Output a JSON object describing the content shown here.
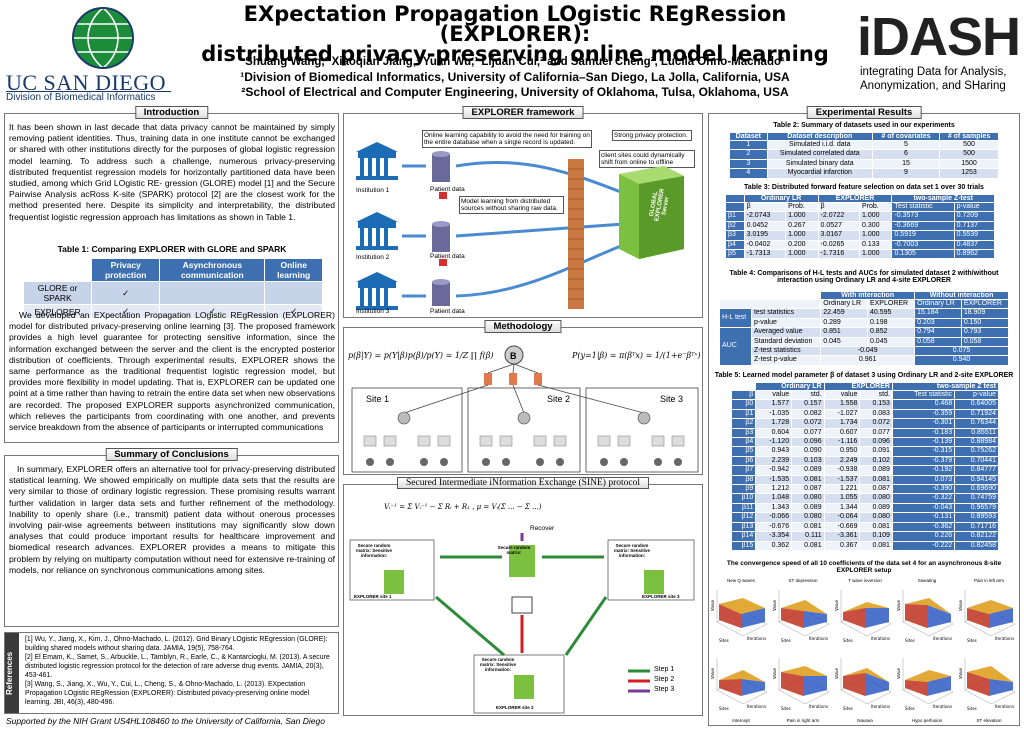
{
  "header": {
    "title_line1": "EXpectation Propagation LOgistic REgRession (EXPLORER):",
    "title_line2": "distributed privacy-preserving online model learning",
    "authors": "Shuang Wang,¹ Xiaoqian Jiang,¹ Yuan Wu,¹ Lijuan Cui,² and Samuel Cheng², Lucila Ohno-Machado¹",
    "affil1": "¹Division of Biomedical Informatics, University of California–San Diego, La Jolla, California, USA",
    "affil2": "²School of Electrical and Computer Engineering, University of Oklahoma, Tulsa, Oklahoma, USA",
    "ucsd_name": "UC SAN DIEGO",
    "ucsd_division": "Division of Biomedical Informatics",
    "idash_logo": "iDASH",
    "idash_tagline": "integrating Data for Analysis, Anonymization, and SHaring"
  },
  "intro": {
    "title": "Introduction",
    "p1": "It has been shown in last decade that data privacy cannot be maintained by simply removing patient identities. Thus, training data in one institute cannot be exchanged or shared with other institutions directly for the purposes of global logistic regression model learning. To address such a challenge, numerous privacy-preserving distributed frequentist regression models for horizontally partitioned data have been studied, among which Grid LOgistic RE- gression (GLORE) model [1] and the Secure Pairwise Analysis acRoss K-site (SPARK) protocol [2] are the closest work for the method presented here. Despite its simplicity and interpretability, the distributed frequentist logistic regression approach has limitations as shown in Table 1.",
    "table1_caption": "Table 1: Comparing EXPLORER with GLORE and SPARK",
    "table1_headers": [
      "",
      "Privacy protection",
      "Asynchronous communication",
      "Online learning"
    ],
    "table1_rows": [
      [
        "GLORE or SPARK",
        "✓",
        "",
        ""
      ],
      [
        "EXPLORER",
        "✓",
        "✓",
        "✓"
      ]
    ],
    "p2": "We developed an EXpectation Propagation LOgistic REgRession (EXPLORER) model for distributed privacy-preserving online learning [3]. The proposed framework provides a high level guarantee for protecting sensitive information, since the information exchanged between the server and the client is the encrypted posterior distribution of coefficients. Through experimental results, EXPLORER shows the same performance as the traditional frequentist logistic regression model, but provides more flexibility in model updating. That is, EXPLORER can be updated one point at a time rather than having to retrain the entire data set when new observations are recorded. The proposed EXPLORER supports asynchronized communication, which relieves the participants from coordinating with one another, and prevents service breakdown from the absence of participants or interrupted communications"
  },
  "conclusions": {
    "title": "Summary of Conclusions",
    "text": "In summary, EXPLORER offers an alternative tool for privacy-preserving distributed statistical learning. We showed empirically on multiple data sets that the results are very similar to those of ordinary logistic regression. These promising results warrant further validation in larger data sets and further refinement of the methodology. Inability to openly share (i.e., transmit) patient data without onerous processes involving pair-wise agreements between institutions may significantly slow down analyses that could produce important results for healthcare improvement and biomedical research advances. EXPLORER provides a means to mitigate this problem by relying on multiparty computation without need for extensive re-training of models, nor reliance on synchronous communications among sites."
  },
  "references": {
    "label": "References",
    "items": [
      "[1] Wu, Y., Jiang, X., Kim, J., Ohno-Machado, L. (2012). Grid Binary LOgistic REgression (GLORE): building shared models without sharing data. JAMIA, 19(5), 758-764.",
      "[2] El Emam, K., Samet, S., Arbuckle, L., Tamblyn, R., Earle, C., & Kantarcioglu, M. (2013). A secure distributed logistic regression protocol for the detection of rare adverse drug events. JAMIA, 20(3), 453-461.",
      "[3] Wang, S., Jiang, X., Wu, Y., Cui, L., Cheng, S., & Ohno-Machado, L. (2013). EXpectation Propagation LOgistic REgRession (EXPLORER): Distributed privacy-preserving online model learning. JBI, 46(3), 480-496."
    ]
  },
  "footer": "Supported by the NIH Grant US4HL108460 to the University of California, San Diego",
  "framework": {
    "title": "EXPLORER framework",
    "note1": "Online learning capability to avoid the need for training on the entire database when a single record is updated.",
    "note2": "Strong privacy protection.",
    "note3": "client sites could dynamically shift from online to offline",
    "note4": "Model learning from distributed sources without sharing raw data.",
    "inst1": "Institution 1",
    "inst2": "Institution 2",
    "inst3": "Institution 3",
    "pd": "Patient data",
    "server": "GLOBAL EXPLORER Server"
  },
  "methodology": {
    "title": "Methodology",
    "site1": "Site 1",
    "site2": "Site 2",
    "site3": "Site 3"
  },
  "sine": {
    "title": "Secured Intermediate iNformation Exchange (SINE) protocol",
    "recover": "Recover",
    "srm": "Secure random matrix:",
    "si": "Sensitive information:",
    "site1": "EXPLORER site 1",
    "site2": "EXPLORER site 2",
    "site3": "EXPLORER site 3",
    "step1": "Step 1",
    "step2": "Step 2",
    "step3": "Step 3",
    "colors": {
      "step1": "#2e8b3a",
      "step2": "#d02020",
      "step3": "#7a3a9a"
    }
  },
  "results": {
    "title": "Experimental Results",
    "t2_caption": "Table 2: Summary of datasets used in our experiments",
    "t2_headers": [
      "Dataset",
      "Dataset description",
      "# of covariates",
      "# of samples"
    ],
    "t2_rows": [
      [
        "1",
        "Simulated i.i.d. data",
        "5",
        "500"
      ],
      [
        "2",
        "Simulated correlated data",
        "6",
        "500"
      ],
      [
        "3",
        "Simulated binary data",
        "15",
        "1500"
      ],
      [
        "4",
        "Myocardial infarction",
        "9",
        "1253"
      ]
    ],
    "t3_caption": "Table 3: Distributed forward feature selection on data set 1 over 30 trials",
    "t3_group": [
      "Ordinary LR",
      "EXPLORER",
      "two-sample Z-test"
    ],
    "t3_sub": [
      "β",
      "Prob.",
      "β",
      "Prob.",
      "Test statistic",
      "p-value"
    ],
    "t3_rows": [
      [
        "β1",
        "-2.0743",
        "1.000",
        "-2.0722",
        "1.000",
        "-0.3573",
        "0.7209"
      ],
      [
        "β2",
        "0.0452",
        "0.267",
        "0.0527",
        "0.300",
        "-0.3669",
        "0.7137"
      ],
      [
        "β3",
        "3.0195",
        "1.000",
        "3.0167",
        "1.000",
        "0.5919",
        "0.5539"
      ],
      [
        "β4",
        "-0.0402",
        "0.200",
        "-0.0265",
        "0.133",
        "-0.7003",
        "0.4837"
      ],
      [
        "β5",
        "-1.7313",
        "1.000",
        "-1.7316",
        "1.000",
        "0.1305",
        "0.8962"
      ]
    ],
    "t4_caption": "Table 4: Comparisons of H-L tests and AUCs for simulated dataset 2 with/without interaction using Ordinary LR and 4-site EXPLORER",
    "t4_group": [
      "With interaction",
      "Without interaction"
    ],
    "t4_sub": [
      "Ordinary LR",
      "EXPLORER",
      "Ordinary LR",
      "EXPLORER"
    ],
    "t4_hl_label": "H-L test",
    "t4_auc_label": "AUC",
    "t4_hl": [
      [
        "test statistics",
        "22.459",
        "40.595",
        "15.184",
        "18.909"
      ],
      [
        "p-value",
        "0.289",
        "0.198",
        "0.203",
        "0.150"
      ]
    ],
    "t4_auc": [
      [
        "Averaged value",
        "0.851",
        "0.852",
        "0.794",
        "0.793"
      ],
      [
        "Standard deviation",
        "0.045",
        "0.045",
        "0.058",
        "0.058"
      ],
      [
        "Z-test statistics",
        "-0.049",
        "",
        "0.075",
        ""
      ],
      [
        "Z-test p-value",
        "0.961",
        "",
        "0.940",
        ""
      ]
    ],
    "t5_caption": "Table 5: Learned model parameter β of dataset 3 using Ordinary LR and 2-site EXPLORER",
    "t5_group": [
      "Ordinary LR",
      "EXPLORER",
      "two-sample Z test"
    ],
    "t5_sub": [
      "β",
      "value",
      "std.",
      "value",
      "std.",
      "Test statistic",
      "p-value"
    ],
    "t5_rows": [
      [
        "β0",
        "1.577",
        "0.157",
        "1.558",
        "0.153",
        "0.468",
        "0.64005"
      ],
      [
        "β1",
        "-1.035",
        "0.082",
        "-1.027",
        "0.083",
        "-0.359",
        "0.71924"
      ],
      [
        "β2",
        "1.728",
        "0.072",
        "1.734",
        "0.072",
        "-0.301",
        "0.76344"
      ],
      [
        "β3",
        "0.604",
        "0.077",
        "0.607",
        "0.077",
        "-0.183",
        "0.85511"
      ],
      [
        "β4",
        "-1.120",
        "0.096",
        "-1.116",
        "0.096",
        "-0.139",
        "0.88984"
      ],
      [
        "β5",
        "0.943",
        "0.090",
        "0.950",
        "0.091",
        "-0.315",
        "0.75262"
      ],
      [
        "β6",
        "2.239",
        "0.103",
        "2.249",
        "0.102",
        "-0.379",
        "0.70441"
      ],
      [
        "β7",
        "-0.942",
        "0.089",
        "-0.938",
        "0.089",
        "-0.192",
        "0.84777"
      ],
      [
        "β8",
        "-1.535",
        "0.081",
        "-1.537",
        "0.081",
        "0.073",
        "0.94145"
      ],
      [
        "β9",
        "1.212",
        "0.087",
        "1.221",
        "0.087",
        "-0.390",
        "0.69690"
      ],
      [
        "β10",
        "1.048",
        "0.080",
        "1.055",
        "0.080",
        "-0.322",
        "0.74759"
      ],
      [
        "β11",
        "1.343",
        "0.089",
        "1.344",
        "0.089",
        "-0.043",
        "0.96579"
      ],
      [
        "β12",
        "-0.066",
        "0.080",
        "-0.064",
        "0.080",
        "-0.131",
        "0.89593"
      ],
      [
        "β13",
        "-0.676",
        "0.081",
        "-0.669",
        "0.081",
        "-0.362",
        "0.71716"
      ],
      [
        "β14",
        "-3.354",
        "0.111",
        "-3.361",
        "0.109",
        "0.226",
        "0.82122"
      ],
      [
        "β15",
        "0.362",
        "0.081",
        "0.367",
        "0.081",
        "-0.222",
        "0.82458"
      ]
    ],
    "conv_caption": "The convergence speed of all 10 coefficients of the data set 4 for an asynchronous 8-site EXPLORER setup",
    "plot_titles": [
      "New Q waves",
      "ST depression",
      "T wave inversion",
      "Sweating",
      "Pain in left arm",
      "Intercept",
      "Pain in right arm",
      "Nausea",
      "Hypo perfusion",
      "ST elevation"
    ],
    "plot_axes": {
      "x": "Sites",
      "y": "Iterations",
      "z": "Value"
    }
  }
}
